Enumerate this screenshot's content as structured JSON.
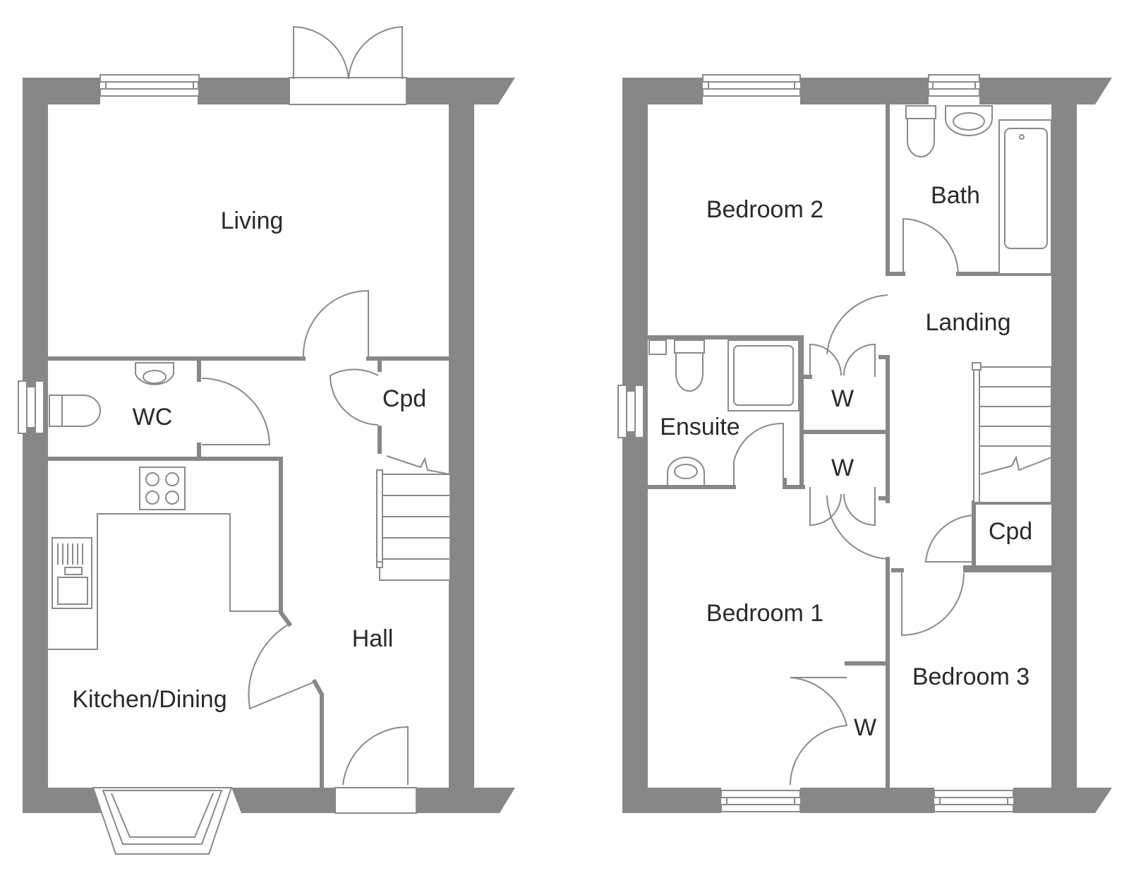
{
  "ground_floor": {
    "rooms": {
      "living": "Living",
      "wc": "WC",
      "cpd": "Cpd",
      "kitchen_dining": "Kitchen/Dining",
      "hall": "Hall"
    }
  },
  "first_floor": {
    "rooms": {
      "bedroom_2": "Bedroom 2",
      "bath": "Bath",
      "landing": "Landing",
      "ensuite": "Ensuite",
      "wardrobe_upper": "W",
      "wardrobe_middle": "W",
      "cpd": "Cpd",
      "bedroom_1": "Bedroom 1",
      "bedroom_3": "Bedroom 3",
      "wardrobe_bedroom_1": "W"
    }
  },
  "colors": {
    "wall": "#878787",
    "line": "#8a8a8a",
    "text": "#2a2a2a",
    "background": "#ffffff"
  }
}
